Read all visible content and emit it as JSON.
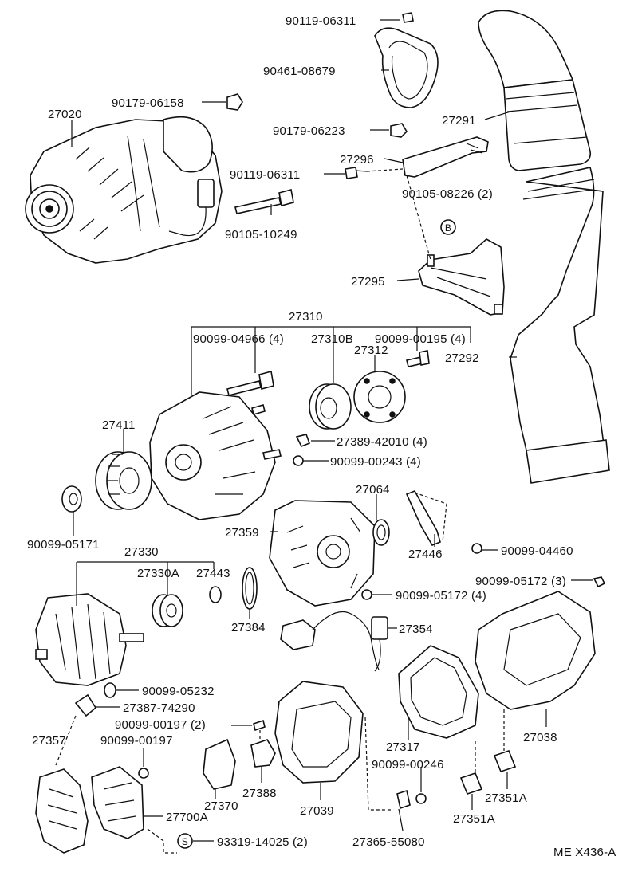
{
  "figure_code": "ME X436-A",
  "labels": {
    "p90119_06311_top": "90119-06311",
    "p90461_08679": "90461-08679",
    "p27020": "27020",
    "p90179_06158": "90179-06158",
    "p27291": "27291",
    "p90179_06223": "90179-06223",
    "p27296": "27296",
    "p90119_06311_mid": "90119-06311",
    "p90105_08226": "90105-08226 (2)",
    "p90105_10249": "90105-10249",
    "p27295": "27295",
    "p27310": "27310",
    "p90099_04966": "90099-04966 (4)",
    "p27310B": "27310B",
    "p90099_00195": "90099-00195 (4)",
    "p27312": "27312",
    "p27292": "27292",
    "p27411": "27411",
    "p27389_42010": "27389-42010 (4)",
    "p90099_00243": "90099-00243 (4)",
    "p27064": "27064",
    "p27359": "27359",
    "p90099_05171": "90099-05171",
    "p27446": "27446",
    "p90099_04460": "90099-04460",
    "p27330": "27330",
    "p27330A": "27330A",
    "p27443": "27443",
    "p90099_05172_3": "90099-05172 (3)",
    "p90099_05172_4": "90099-05172 (4)",
    "p27384": "27384",
    "p27354": "27354",
    "p90099_05232": "90099-05232",
    "p27387_74290": "27387-74290",
    "p90099_00197_2": "90099-00197 (2)",
    "p27038": "27038",
    "p27357": "27357",
    "p90099_00197": "90099-00197",
    "p27317": "27317",
    "p90099_00246": "90099-00246",
    "p27370": "27370",
    "p27388": "27388",
    "p27039": "27039",
    "p27351A_right": "27351A",
    "p27700A": "27700A",
    "p27351A_left": "27351A",
    "p93319_14025": "93319-14025 (2)",
    "p27365_55080": "27365-55080",
    "marker_b": "B",
    "marker_s": "S"
  }
}
